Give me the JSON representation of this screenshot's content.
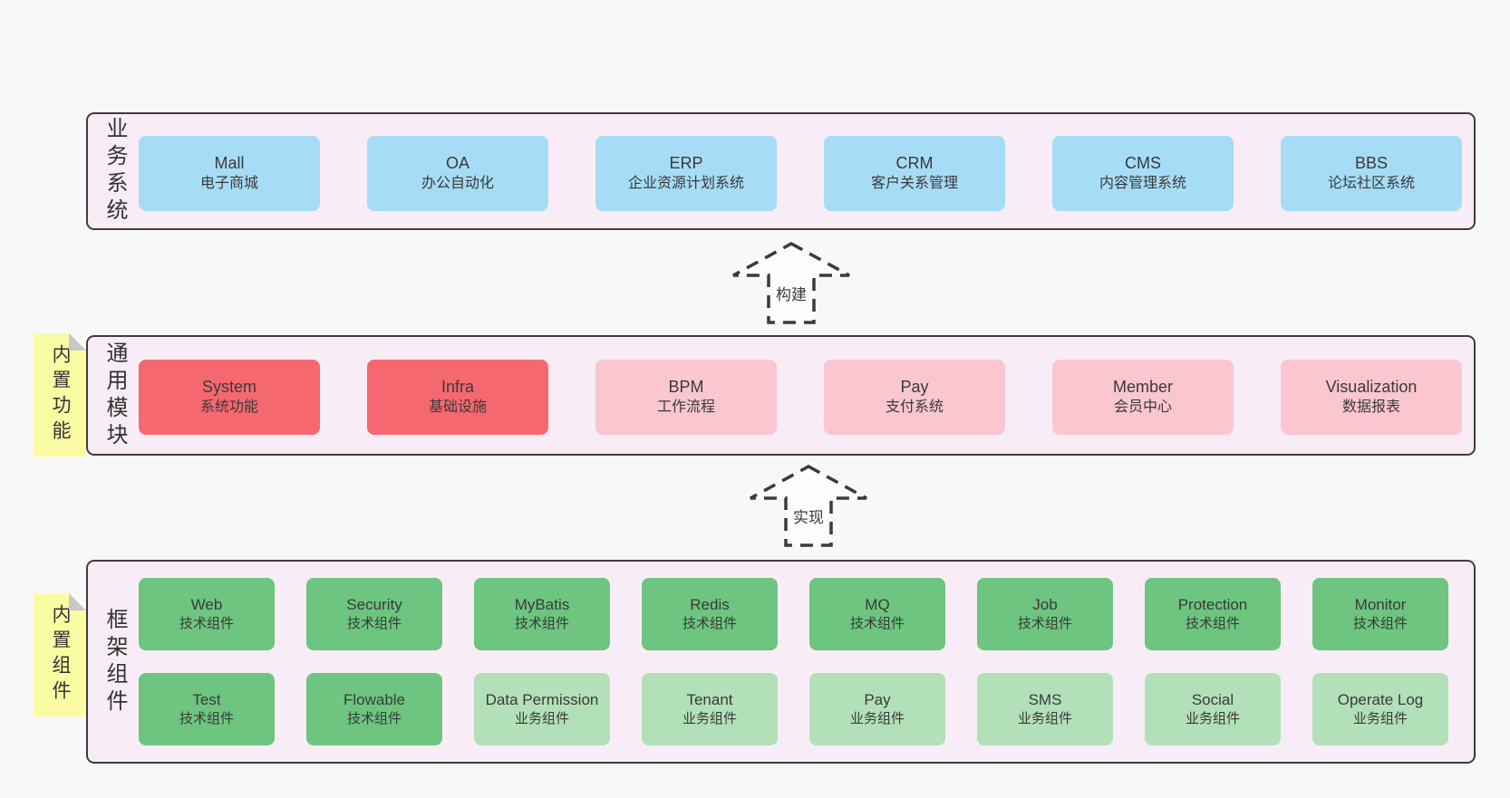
{
  "colors": {
    "page_bg": "#f8f8f8",
    "band_bg": "#f8edf6",
    "band_border": "#3d3d3d",
    "blue": "#a7dcf6",
    "red": "#f5686f",
    "pink": "#fac6d0",
    "green_dark": "#6dc57f",
    "green_light": "#b2e0b8",
    "sticky_yellow": "#fbfba4",
    "sticky_fold": "#c8c8c8",
    "text": "#3a3a3a"
  },
  "arrows": [
    {
      "label": "构建"
    },
    {
      "label": "实现"
    }
  ],
  "bands": [
    {
      "name": "business-systems",
      "side_label": "业务系统",
      "sticky_label": null,
      "rows": [
        [
          {
            "en": "Mall",
            "zh": "电子商城",
            "variant": "blue"
          },
          {
            "en": "OA",
            "zh": "办公自动化",
            "variant": "blue"
          },
          {
            "en": "ERP",
            "zh": "企业资源计划系统",
            "variant": "blue"
          },
          {
            "en": "CRM",
            "zh": "客户关系管理",
            "variant": "blue"
          },
          {
            "en": "CMS",
            "zh": "内容管理系统",
            "variant": "blue"
          },
          {
            "en": "BBS",
            "zh": "论坛社区系统",
            "variant": "blue"
          }
        ]
      ]
    },
    {
      "name": "common-modules",
      "side_label": "通用模块",
      "sticky_label": "内置功能",
      "rows": [
        [
          {
            "en": "System",
            "zh": "系统功能",
            "variant": "red"
          },
          {
            "en": "Infra",
            "zh": "基础设施",
            "variant": "red"
          },
          {
            "en": "BPM",
            "zh": "工作流程",
            "variant": "pink"
          },
          {
            "en": "Pay",
            "zh": "支付系统",
            "variant": "pink"
          },
          {
            "en": "Member",
            "zh": "会员中心",
            "variant": "pink"
          },
          {
            "en": "Visualization",
            "zh": "数据报表",
            "variant": "pink"
          }
        ]
      ]
    },
    {
      "name": "framework-components",
      "side_label": "框架组件",
      "sticky_label": "内置组件",
      "rows": [
        [
          {
            "en": "Web",
            "zh": "技术组件",
            "variant": "green-dark"
          },
          {
            "en": "Security",
            "zh": "技术组件",
            "variant": "green-dark"
          },
          {
            "en": "MyBatis",
            "zh": "技术组件",
            "variant": "green-dark"
          },
          {
            "en": "Redis",
            "zh": "技术组件",
            "variant": "green-dark"
          },
          {
            "en": "MQ",
            "zh": "技术组件",
            "variant": "green-dark"
          },
          {
            "en": "Job",
            "zh": "技术组件",
            "variant": "green-dark"
          },
          {
            "en": "Protection",
            "zh": "技术组件",
            "variant": "green-dark"
          },
          {
            "en": "Monitor",
            "zh": "技术组件",
            "variant": "green-dark"
          }
        ],
        [
          {
            "en": "Test",
            "zh": "技术组件",
            "variant": "green-dark"
          },
          {
            "en": "Flowable",
            "zh": "技术组件",
            "variant": "green-dark"
          },
          {
            "en": "Data Permission",
            "zh": "业务组件",
            "variant": "green-light"
          },
          {
            "en": "Tenant",
            "zh": "业务组件",
            "variant": "green-light"
          },
          {
            "en": "Pay",
            "zh": "业务组件",
            "variant": "green-light"
          },
          {
            "en": "SMS",
            "zh": "业务组件",
            "variant": "green-light"
          },
          {
            "en": "Social",
            "zh": "业务组件",
            "variant": "green-light"
          },
          {
            "en": "Operate Log",
            "zh": "业务组件",
            "variant": "green-light"
          }
        ]
      ]
    }
  ]
}
